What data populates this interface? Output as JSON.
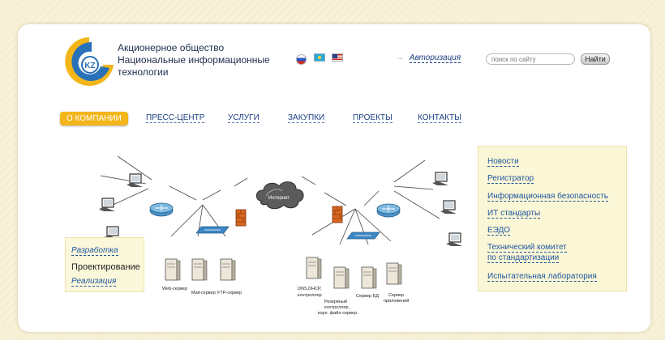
{
  "header": {
    "org_lines": [
      "Акционерное общество",
      "Национальные информационные",
      "технологии"
    ],
    "logo_text": "KZ",
    "languages": [
      "ru-flag",
      "kz-flag",
      "us-flag"
    ],
    "auth_arrow": "→",
    "auth_label": "Авторизация",
    "search_placeholder": "поиск по сайту",
    "search_button": "Найти"
  },
  "nav": {
    "items": [
      "О КОМПАНИИ",
      "ПРЕСС-ЦЕНТР",
      "УСЛУГИ",
      "ЗАКУПКИ",
      "ПРОЕКТЫ",
      "КОНТАКТЫ"
    ],
    "active": "О КОМПАНИИ"
  },
  "left_box": {
    "items": [
      "Разработка",
      "Проектирование",
      "Реализация"
    ],
    "current": "Проектирование"
  },
  "right_box": {
    "links": [
      "Новости",
      "Регистратор",
      "Информационная безопасность",
      "ИТ стандарты",
      "ЕЭДО",
      "Технический комитет по стандартизации",
      "Испытательная лаборатория"
    ],
    "committee_lines": [
      "Технический комитет",
      "по стандартизации"
    ]
  },
  "diagram": {
    "cloud_label": "Интернет",
    "servers_left": [
      "Web-сервер",
      "Mail-сервер",
      "FTP-сервер"
    ],
    "servers_right": {
      "dns": [
        "DNS,DHCP,",
        "контроллер"
      ],
      "backup": [
        "Резервный",
        "контроллер,",
        "корп. файл-сервер."
      ],
      "db": [
        "Сервер БД"
      ],
      "app": [
        "Сервер",
        "приложений"
      ]
    }
  },
  "colors": {
    "accent": "#f3b51a",
    "link": "#1d56a0",
    "nav": "#1d3f82",
    "panel": "#fbf6d5"
  }
}
